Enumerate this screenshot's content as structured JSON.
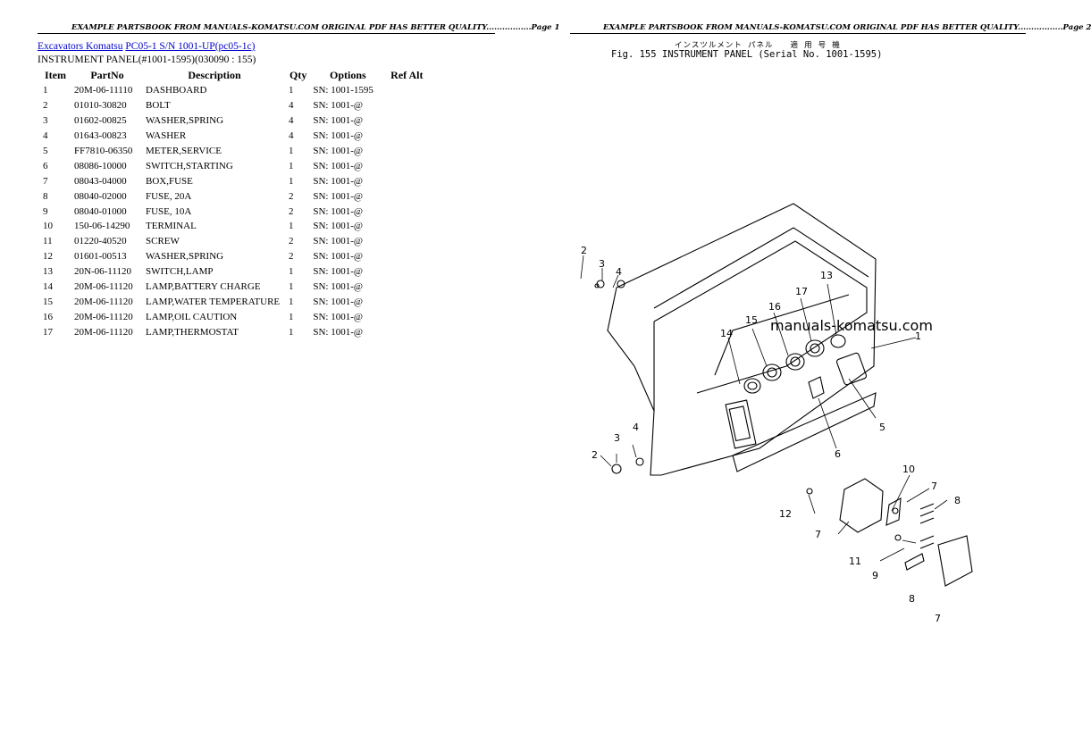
{
  "page1": {
    "header": "EXAMPLE PARTSBOOK FROM MANUALS-KOMATSU.COM ORIGINAL PDF HAS BETTER QUALITY.................Page 1",
    "breadcrumb": {
      "category": "Excavators Komatsu",
      "model": "PC05-1 S/N 1001-UP(pc05-1c)"
    },
    "subtitle": "INSTRUMENT PANEL(#1001-1595)(030090 : 155)",
    "table": {
      "headers": [
        "Item",
        "PartNo",
        "Description",
        "Qty",
        "Options",
        "Ref Alt"
      ],
      "rows": [
        [
          "1",
          "20M-06-11110",
          "DASHBOARD",
          "1",
          "SN: 1001-1595",
          ""
        ],
        [
          "2",
          "01010-30820",
          "BOLT",
          "4",
          "SN: 1001-@",
          ""
        ],
        [
          "3",
          "01602-00825",
          "WASHER,SPRING",
          "4",
          "SN: 1001-@",
          ""
        ],
        [
          "4",
          "01643-00823",
          "WASHER",
          "4",
          "SN: 1001-@",
          ""
        ],
        [
          "5",
          "FF7810-06350",
          "METER,SERVICE",
          "1",
          "SN: 1001-@",
          ""
        ],
        [
          "6",
          "08086-10000",
          "SWITCH,STARTING",
          "1",
          "SN: 1001-@",
          ""
        ],
        [
          "7",
          "08043-04000",
          "BOX,FUSE",
          "1",
          "SN: 1001-@",
          ""
        ],
        [
          "8",
          "08040-02000",
          "FUSE, 20A",
          "2",
          "SN: 1001-@",
          ""
        ],
        [
          "9",
          "08040-01000",
          "FUSE, 10A",
          "2",
          "SN: 1001-@",
          ""
        ],
        [
          "10",
          "150-06-14290",
          "TERMINAL",
          "1",
          "SN: 1001-@",
          ""
        ],
        [
          "11",
          "01220-40520",
          "SCREW",
          "2",
          "SN: 1001-@",
          ""
        ],
        [
          "12",
          "01601-00513",
          "WASHER,SPRING",
          "2",
          "SN: 1001-@",
          ""
        ],
        [
          "13",
          "20N-06-11120",
          "SWITCH,LAMP",
          "1",
          "SN: 1001-@",
          ""
        ],
        [
          "14",
          "20M-06-11120",
          "LAMP,BATTERY CHARGE",
          "1",
          "SN: 1001-@",
          ""
        ],
        [
          "15",
          "20M-06-11120",
          "LAMP,WATER TEMPERATURE",
          "1",
          "SN: 1001-@",
          ""
        ],
        [
          "16",
          "20M-06-11120",
          "LAMP,OIL CAUTION",
          "1",
          "SN: 1001-@",
          ""
        ],
        [
          "17",
          "20M-06-11120",
          "LAMP,THERMOSTAT",
          "1",
          "SN: 1001-@",
          ""
        ]
      ]
    }
  },
  "page2": {
    "header": "EXAMPLE PARTSBOOK FROM MANUALS-KOMATSU.COM ORIGINAL PDF HAS BETTER QUALITY.................Page 2",
    "figure_jp": "インスツルメント パネル　　適 用 号 機",
    "figure_title": "Fig. 155   INSTRUMENT PANEL (Serial No. 1001-1595)",
    "watermark": "manuals-komatsu.com",
    "callouts": [
      "1",
      "2",
      "3",
      "4",
      "5",
      "6",
      "7",
      "8",
      "9",
      "10",
      "11",
      "12",
      "13",
      "14",
      "15",
      "16",
      "17"
    ]
  }
}
